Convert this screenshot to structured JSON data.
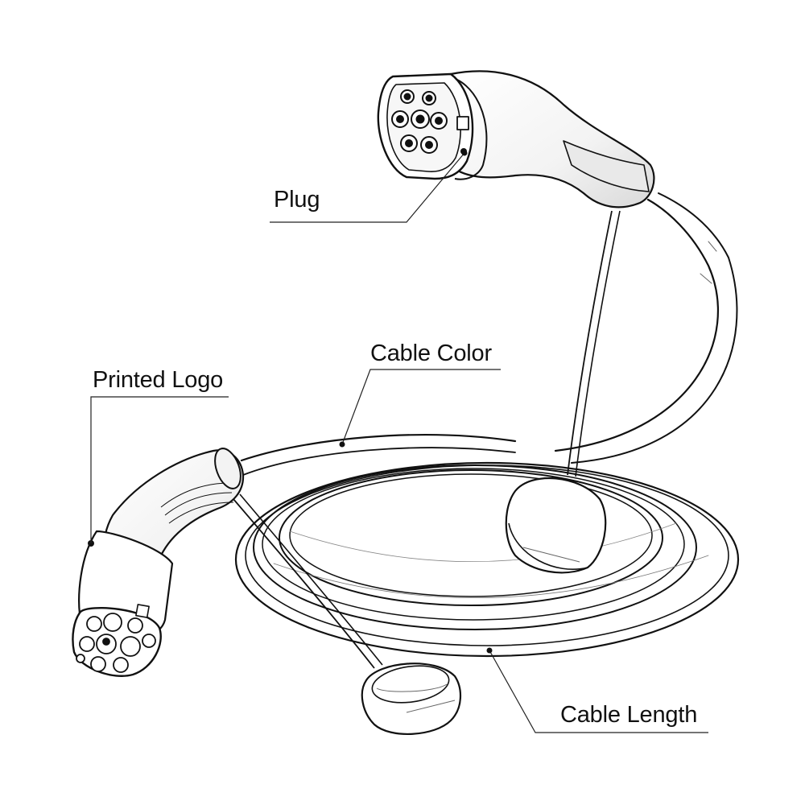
{
  "callouts": {
    "plug": "Plug",
    "cable_color": "Cable Color",
    "printed_logo": "Printed Logo",
    "cable_length": "Cable Length"
  },
  "colors": {
    "line": "#111111",
    "background": "#ffffff",
    "shade": "#e6e6e6"
  }
}
